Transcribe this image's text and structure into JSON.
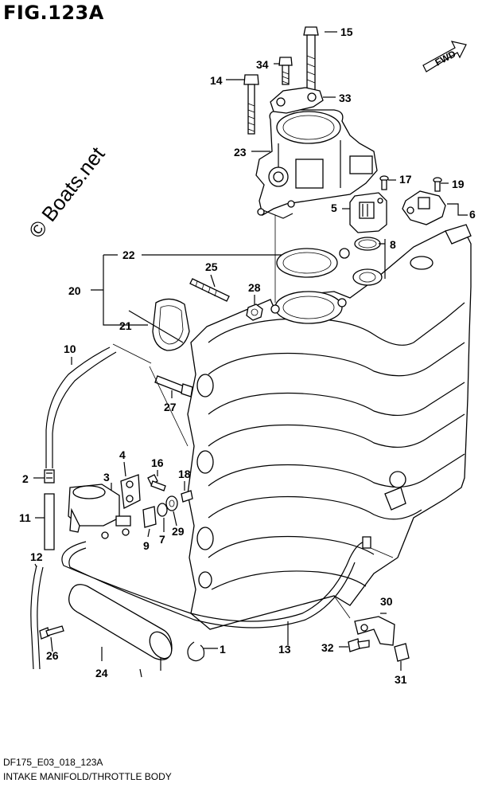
{
  "figure": {
    "title": "FIG.123A",
    "forward_label": "FWD",
    "watermark": "© Boats.net",
    "footer_code": "DF175_E03_018_123A",
    "footer_title": "INTAKE MANIFOLD/THROTTLE BODY"
  },
  "callouts": [
    "1",
    "2",
    "3",
    "4",
    "5",
    "6",
    "7",
    "8",
    "9",
    "10",
    "11",
    "12",
    "13",
    "14",
    "15",
    "16",
    "17",
    "18",
    "19",
    "20",
    "21",
    "22",
    "23",
    "24",
    "25",
    "26",
    "27",
    "28",
    "29",
    "30",
    "31",
    "32",
    "33",
    "34"
  ]
}
